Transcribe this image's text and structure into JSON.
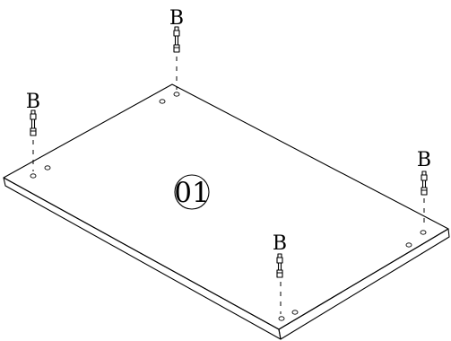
{
  "part": {
    "number": "01"
  },
  "hardware": [
    {
      "letter": "B",
      "position": "top"
    },
    {
      "letter": "B",
      "position": "left"
    },
    {
      "letter": "B",
      "position": "right"
    },
    {
      "letter": "B",
      "position": "front"
    }
  ],
  "colors": {
    "line": "#000000",
    "background": "#ffffff"
  }
}
